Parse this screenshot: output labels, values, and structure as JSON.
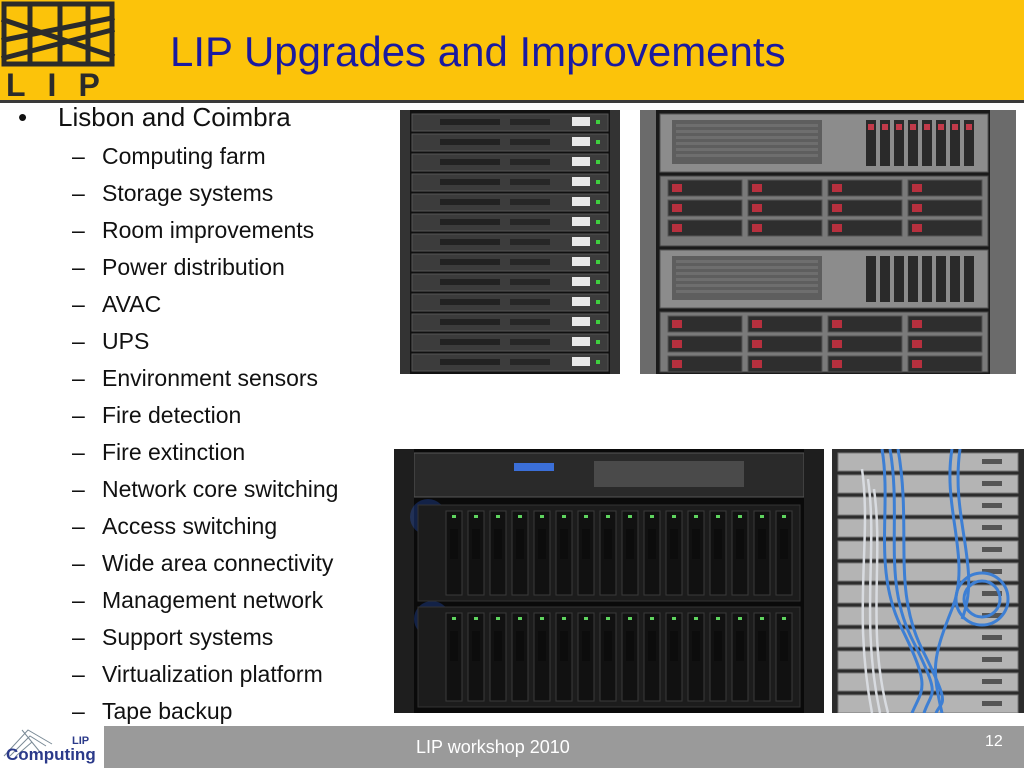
{
  "header": {
    "title": "LIP Upgrades and Improvements",
    "logo_text": "LIP",
    "background": "#fcc30a"
  },
  "content": {
    "bullet": "•",
    "heading": "Lisbon and Coimbra",
    "dash": "–",
    "items": [
      "Computing farm",
      "Storage systems",
      "Room improvements",
      "Power distribution",
      "AVAC",
      "UPS",
      "Environment sensors",
      "Fire detection",
      "Fire extinction",
      "Network core switching",
      "Access switching",
      "Wide area connectivity",
      "Management network",
      "Support systems",
      "Virtualization platform",
      "Tape backup"
    ]
  },
  "footer": {
    "logo_top": "LIP",
    "logo_bottom": "Computing",
    "text": "LIP workshop 2010",
    "page_number": "12"
  }
}
